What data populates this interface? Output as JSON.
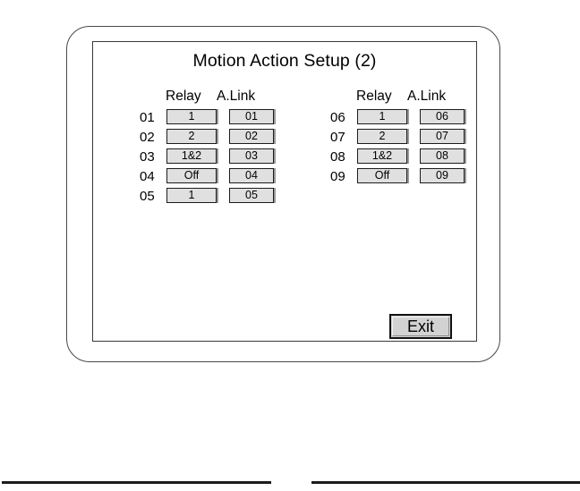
{
  "screen": {
    "title": "Motion Action Setup (2)",
    "headers": {
      "relay": "Relay",
      "alink": "A.Link"
    },
    "groups": [
      {
        "id": "left",
        "rows": [
          {
            "label": "01",
            "relay": "1",
            "alink": "01"
          },
          {
            "label": "02",
            "relay": "2",
            "alink": "02"
          },
          {
            "label": "03",
            "relay": "1&2",
            "alink": "03"
          },
          {
            "label": "04",
            "relay": "Off",
            "alink": "04"
          },
          {
            "label": "05",
            "relay": "1",
            "alink": "05"
          }
        ]
      },
      {
        "id": "right",
        "rows": [
          {
            "label": "06",
            "relay": "1",
            "alink": "06"
          },
          {
            "label": "07",
            "relay": "2",
            "alink": "07"
          },
          {
            "label": "08",
            "relay": "1&2",
            "alink": "08"
          },
          {
            "label": "09",
            "relay": "Off",
            "alink": "09"
          }
        ]
      }
    ],
    "exit_label": "Exit"
  },
  "colors": {
    "button_face": "#e0e0e0",
    "button_border": "#1c1c1c",
    "exit_face": "#d2d2d2",
    "frame": "#3a3a3a",
    "text": "#000000"
  }
}
